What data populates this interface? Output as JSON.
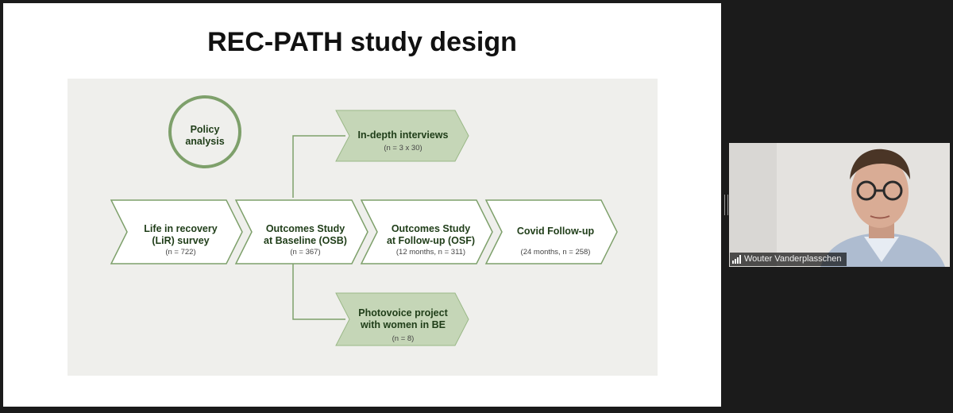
{
  "slide": {
    "title": "REC-PATH study design",
    "diagram": {
      "policy": {
        "line1": "Policy",
        "line2": "analysis"
      },
      "interviews": {
        "label": "In-depth interviews",
        "sub": "(n = 3 x 30)"
      },
      "photovoice": {
        "line1": "Photovoice project",
        "line2": "with women in BE",
        "sub": "(n = 8)"
      },
      "chevrons": [
        {
          "line1": "Life in recovery",
          "line2": "(LiR) survey",
          "sub": "(n = 722)"
        },
        {
          "line1": "Outcomes Study",
          "line2": "at Baseline (OSB)",
          "sub": "(n = 367)"
        },
        {
          "line1": "Outcomes Study",
          "line2": "at Follow-up (OSF)",
          "sub": "(12 months, n = 311)"
        },
        {
          "line1": "Covid Follow-up",
          "line2": "",
          "sub": "(24 months, n = 258)"
        }
      ]
    }
  },
  "video": {
    "participant_name": "Wouter Vanderplasschen"
  },
  "colors": {
    "accent_green": "#7ea06b",
    "fill_green": "#c5d6b7",
    "text_green": "#1f3d18",
    "diagram_bg": "#efefec"
  }
}
